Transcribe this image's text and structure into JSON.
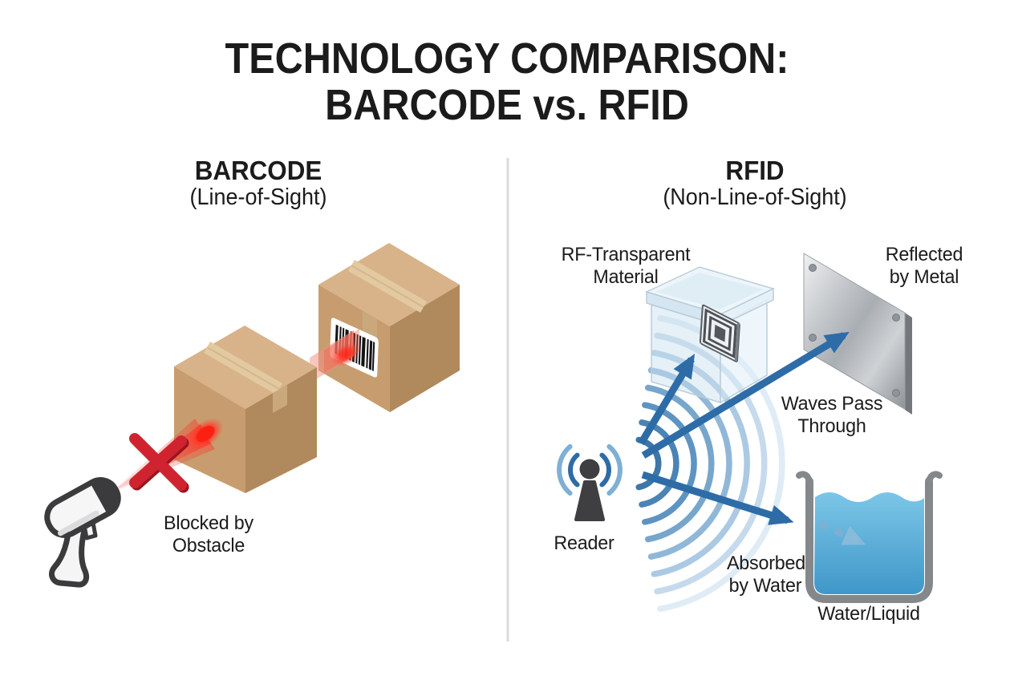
{
  "title": {
    "line1": "TECHNOLOGY COMPARISON:",
    "line2": "BARCODE vs. RFID"
  },
  "barcode_panel": {
    "heading": "BARCODE",
    "subheading": "(Line-of-Sight)",
    "caption": {
      "line1": "Blocked by",
      "line2": "Obstacle"
    },
    "icons": [
      "barcode-scanner-icon",
      "laser-beam",
      "blocked-x-icon",
      "cardboard-box-near",
      "cardboard-box-far",
      "barcode-label"
    ]
  },
  "rfid_panel": {
    "heading": "RFID",
    "subheading": "(Non-Line-of-Sight)",
    "labels": {
      "rf_transparent": {
        "line1": "RF-Transparent",
        "line2": "Material"
      },
      "reflected": {
        "line1": "Reflected",
        "line2": "by Metal"
      },
      "waves": {
        "line1": "Waves Pass",
        "line2": "Through"
      },
      "absorbed": {
        "line1": "Absorbed",
        "line2": "by Water"
      },
      "reader": "Reader",
      "water": "Water/Liquid"
    },
    "icons": [
      "rfid-reader-icon",
      "radio-waves",
      "signal-arrow",
      "rf-transparent-box",
      "rfid-tag-icon",
      "metal-plate",
      "water-container",
      "absorbed-arrow"
    ]
  },
  "colors": {
    "background": "#ffffff",
    "text": "#1b1b1b",
    "divider": "#dbdbdb",
    "box_top": "#d8b289",
    "box_light": "#c79d6f",
    "box_dark": "#b0895c",
    "tape": "#e3c9a0",
    "laser_red": "#f03a2b",
    "x_red": "#cf2430",
    "arrow_blue": "#2d6ca7",
    "wave_blue_inner": "#3d76a8",
    "wave_blue_outer": "#dfecf6",
    "reader_gray": "#3f3f41",
    "metal_gray": "#a9aeb3",
    "water_blue": "#4fa6d4",
    "container_gray": "#85888b"
  }
}
